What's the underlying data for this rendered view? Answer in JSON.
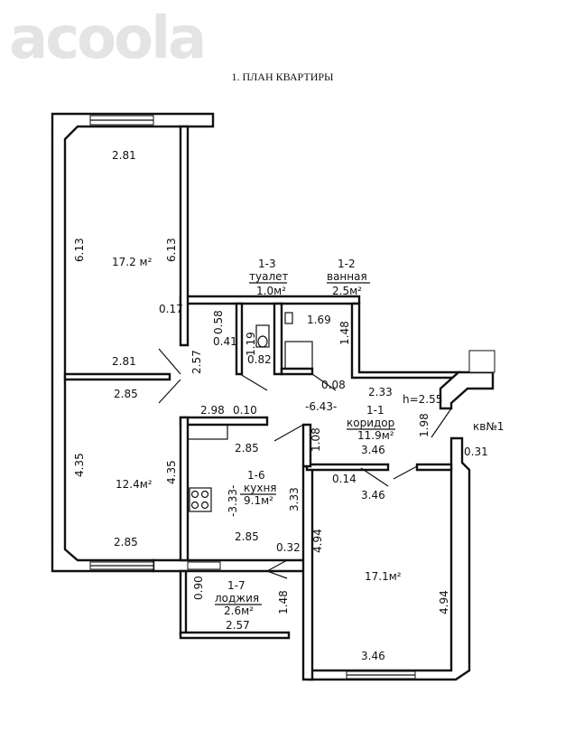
{
  "logo": "acoola",
  "plan_title": "1. ПЛАН КВАРТИРЫ",
  "rooms": {
    "room1_area": "17.2 м²",
    "room2_area": "12.4м²",
    "room3_area": "17.1м²",
    "toilet": {
      "code": "1-3",
      "name": "туалет",
      "area": "1.0м²"
    },
    "bath": {
      "code": "1-2",
      "name": "ванная",
      "area": "2.5м²"
    },
    "corridor": {
      "code": "1-1",
      "name": "коридор",
      "area": "11.9м²"
    },
    "kitchen": {
      "code": "1-6",
      "name": "кухня",
      "area": "9.1м²"
    },
    "loggia": {
      "code": "1-7",
      "name": "лоджия",
      "area": "2.6м²"
    }
  },
  "height": "h=2.55",
  "apartment": "кв№1",
  "dims": {
    "r1_top": "2.81",
    "r1_left": "6.13",
    "r1_right": "6.13",
    "r1_bottom": "2.81",
    "d017": "0.17",
    "d058": "0.58",
    "d041": "0.41",
    "d119": "1.19",
    "d082": "0.82",
    "d169": "1.69",
    "d148a": "1.48",
    "d257a": "2.57",
    "d008": "0.08",
    "d233": "2.33",
    "d643": "-6.43-",
    "r2_top": "2.85",
    "r2_left": "4.35",
    "r2_right": "4.35",
    "r2_bottom": "2.85",
    "d298": "2.98",
    "d010": "0.10",
    "k_top": "2.85",
    "k_left": "-3.33-",
    "k_right": "3.33",
    "k_bottom": "2.85",
    "d108": "1.08",
    "d346a": "3.46",
    "d198": "1.98",
    "d031": "0.31",
    "d014": "0.14",
    "d346b": "3.46",
    "d494a": "4.94",
    "d494b": "4.94",
    "d346c": "3.46",
    "d032": "0.32",
    "d090": "0.90",
    "d148b": "1.48",
    "d257b": "2.57"
  }
}
